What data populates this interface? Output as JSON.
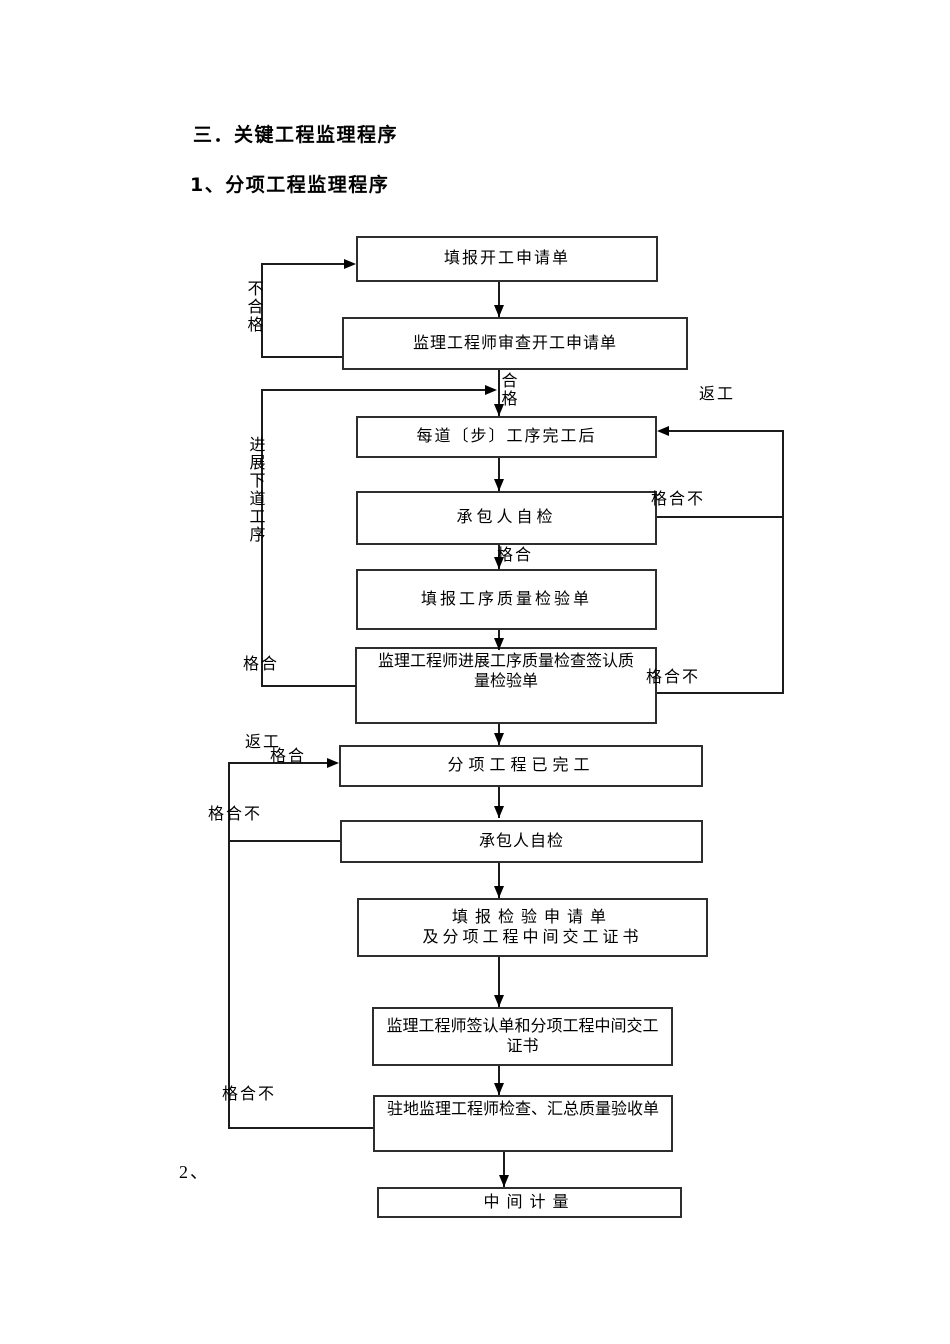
{
  "page": {
    "heading_section": "三．关键工程监理程序",
    "heading_sub": "1、分项工程监理程序",
    "next_section_marker": "2、",
    "line_color": "#1c1c1c",
    "border_color": "#2e2e2e"
  },
  "flowchart": {
    "boxes": [
      {
        "id": "submit-start-work-application",
        "lines": [
          "填报开工申请单"
        ]
      },
      {
        "id": "supervisor-review-application",
        "lines": [
          "监理工程师审查开工申请单"
        ]
      },
      {
        "id": "process-step-complete",
        "lines": [
          "每道〔步〕工序完工后"
        ]
      },
      {
        "id": "contractor-self-check-1",
        "lines": [
          "承包人自检"
        ]
      },
      {
        "id": "submit-process-quality-form",
        "lines": [
          "填报工序质量检验单"
        ]
      },
      {
        "id": "supervisor-quality-check-sign",
        "lines": [
          "监理工程师进展工序质量检查签认质",
          "量检验单"
        ]
      },
      {
        "id": "subitem-work-complete",
        "lines": [
          "分项工程已完工"
        ]
      },
      {
        "id": "contractor-self-check-2",
        "lines": [
          "承包人自检"
        ]
      },
      {
        "id": "submit-inspection-application",
        "lines": [
          "填报检验申请单",
          "及分项工程中间交工证书"
        ]
      },
      {
        "id": "supervisor-sign-certificate",
        "lines": [
          "监理工程师签认单和分项工程中间交工",
          "证书"
        ]
      },
      {
        "id": "resident-supervisor-acceptance",
        "lines": [
          "驻地监理工程师检查、汇总质量验收单"
        ]
      },
      {
        "id": "interim-measurement",
        "lines": [
          "中间计量"
        ]
      }
    ],
    "labels": {
      "not_qualified_top": "不合格",
      "qualified_top": "合格",
      "proceed_next_process": "进展下道工序",
      "rework_right": "返工",
      "not_qualified_right_1": "格合不",
      "qualified_mid": "格合",
      "qualified_left": "格合",
      "not_qualified_right_2": "格合不",
      "rework_left": "返工",
      "qualified_left_2": "格合",
      "not_qualified_left_1": "格合不",
      "not_qualified_left_2": "格合不"
    }
  }
}
